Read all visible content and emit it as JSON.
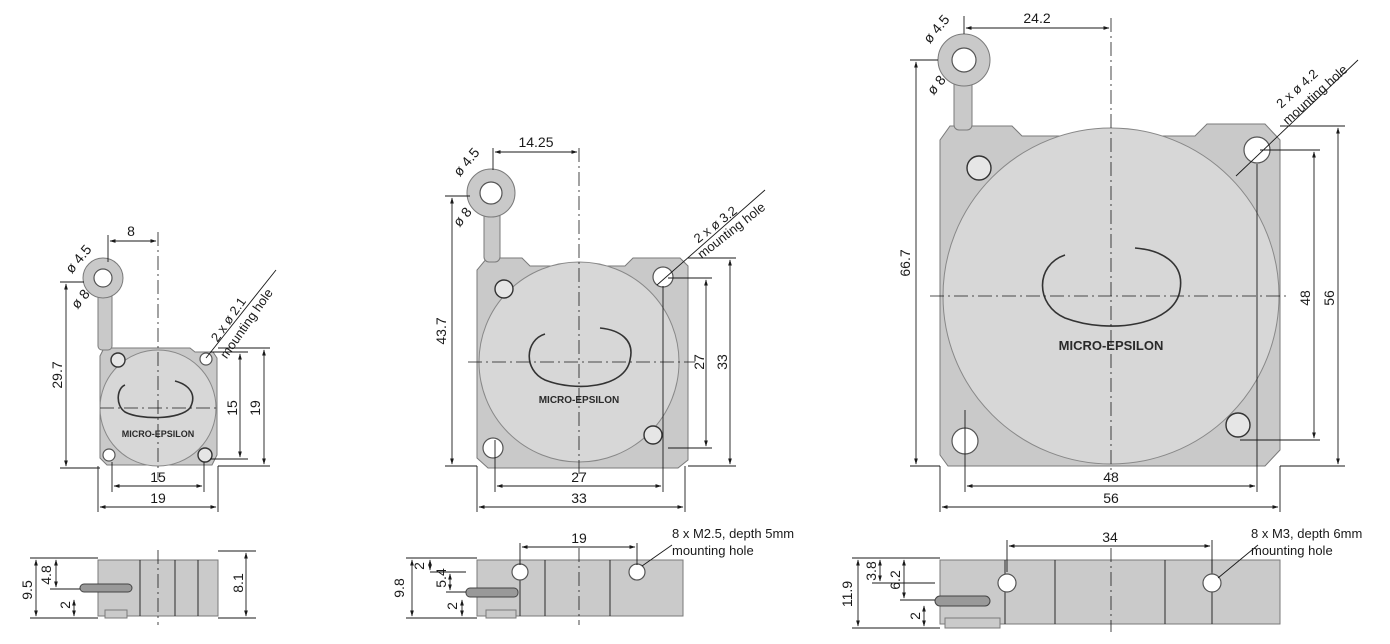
{
  "brand": "MICRO-EPSILON",
  "sensors": [
    {
      "top": {
        "d_outer": "ø 4.5",
        "d_inner": "ø 8",
        "offset": "8",
        "height_total": "29.7",
        "hole_pitch_v": "15",
        "height": "19",
        "hole_pitch_h": "15",
        "width": "19",
        "hole_note_1": "2 x ø 2.1",
        "hole_note_2": "mounting hole"
      },
      "side": {
        "total": "9.5",
        "wire_height": "4.8",
        "wire_offset": "2",
        "body": "8.1"
      }
    },
    {
      "top": {
        "d_outer": "ø 4.5",
        "d_inner": "ø 8",
        "offset": "14.25",
        "height_total": "43.7",
        "hole_pitch_v": "27",
        "height": "33",
        "hole_pitch_h": "27",
        "width": "33",
        "hole_note_1": "2 x ø 3.2",
        "hole_note_2": "mounting hole"
      },
      "side": {
        "total": "9.8",
        "a": "2",
        "wire_height": "5.4",
        "wire_offset": "2",
        "thread_pitch": "19",
        "thread_note_1": "8 x M2.5, depth 5mm",
        "thread_note_2": "mounting hole"
      }
    },
    {
      "top": {
        "d_outer": "ø 4.5",
        "d_inner": "ø 8",
        "offset": "24.2",
        "height_total": "66.7",
        "hole_pitch_v": "48",
        "height": "56",
        "hole_pitch_h": "48",
        "width": "56",
        "hole_note_1": "2 x ø 4.2",
        "hole_note_2": "mounting hole"
      },
      "side": {
        "total": "11.9",
        "a": "3.8",
        "wire_height": "6.2",
        "wire_offset": "2",
        "thread_pitch": "34",
        "thread_note_1": "8 x M3, depth 6mm",
        "thread_note_2": "mounting hole"
      }
    }
  ]
}
